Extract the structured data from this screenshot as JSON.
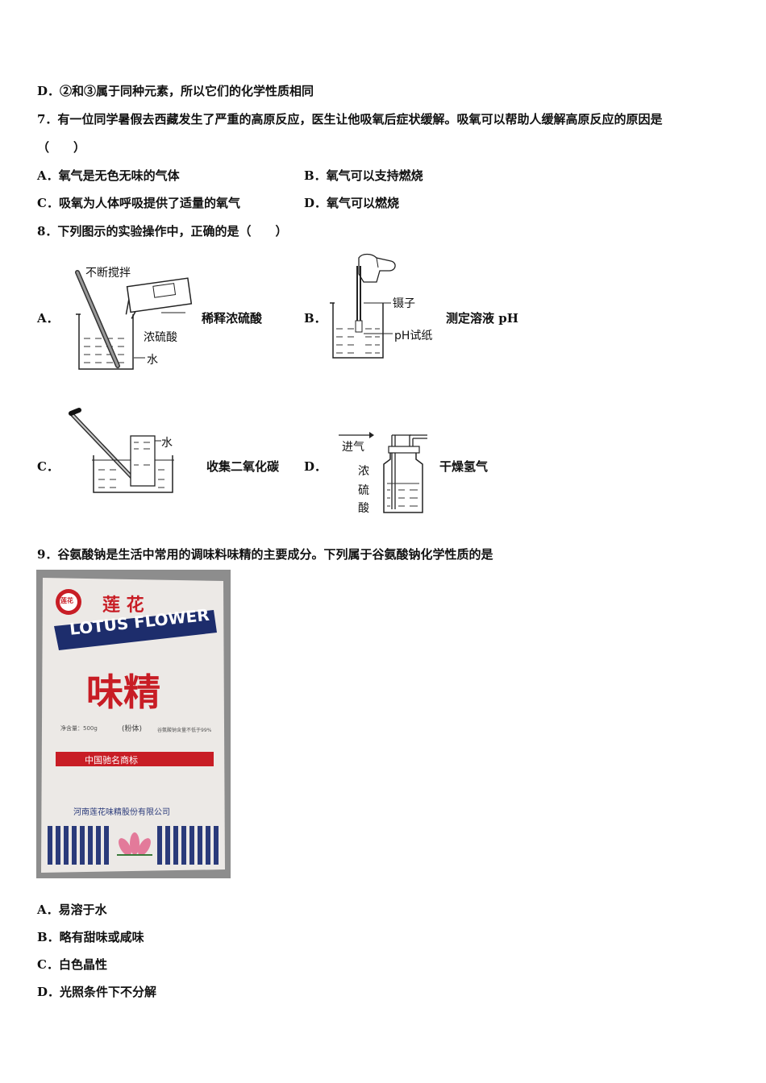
{
  "q6": {
    "optD": "D．②和③属于同种元素，所以它们的化学性质相同"
  },
  "q7": {
    "stem": "7．有一位同学暑假去西藏发生了严重的高原反应，医生让他吸氧后症状缓解。吸氧可以帮助人缓解高原反应的原因是",
    "paren": "（　　）",
    "options": [
      "A．氧气是无色无味的气体",
      "B．氧气可以支持燃烧",
      "C．吸氧为人体呼吸提供了适量的氧气",
      "D．氧气可以燃烧"
    ]
  },
  "q8": {
    "stem": "8．下列图示的实验操作中，正确的是（　　）",
    "items": [
      {
        "letter": "A．",
        "caption": "稀释浓硫酸",
        "labels": [
          "不断搅拌",
          "浓硫酸",
          "水"
        ]
      },
      {
        "letter": "B．",
        "caption": "测定溶液 pH",
        "labels": [
          "镊子",
          "pH试纸"
        ]
      },
      {
        "letter": "C．",
        "caption": "收集二氧化碳",
        "labels": [
          "水"
        ]
      },
      {
        "letter": "D．",
        "caption": "干燥氢气",
        "labels": [
          "进气",
          "浓",
          "硫",
          "酸"
        ]
      }
    ]
  },
  "q9": {
    "stem": "9．谷氨酸钠是生活中常用的调味料味精的主要成分。下列属于谷氨酸钠化学性质的是",
    "product": {
      "brand_cn": "莲 花",
      "brand_en": "LOTUS FLOWER",
      "name": "味精",
      "form": "(粉体)",
      "net": "净含量：500g",
      "purity": "谷氨酸钠含量不低于99%",
      "banner": "中国驰名商标",
      "company": "河南莲花味精股份有限公司",
      "logo_text": "莲花"
    },
    "options": [
      "A．易溶于水",
      "B．略有甜味或咸味",
      "C．白色晶性",
      "D．光照条件下不分解"
    ]
  }
}
